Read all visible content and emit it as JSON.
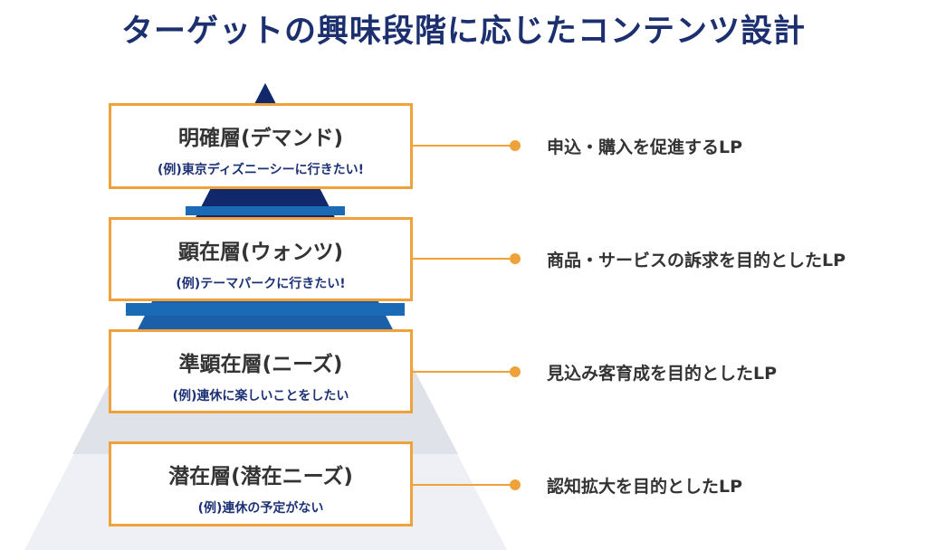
{
  "title": "ターゲットの興味段階に応じたコンテンツ設計",
  "colors": {
    "title": "#1c2f6e",
    "box_border": "#f0a23a",
    "connector": "#f0a23a",
    "example_text": "#1d3275",
    "tier1": "#11286b",
    "tier2": "#1b6ab6",
    "tier3": "#dfe2e8",
    "tier4": "#eef0f5"
  },
  "layers": [
    {
      "name": "明確層(デマンド)",
      "example": "(例)東京ディズニーシーに行きたい!",
      "content": "申込・購入を促進するLP"
    },
    {
      "name": "顕在層(ウォンツ)",
      "example": "(例)テーマパークに行きたい!",
      "content": "商品・サービスの訴求を目的としたLP"
    },
    {
      "name": "準顕在層(ニーズ)",
      "example": "(例)連休に楽しいことをしたい",
      "content": "見込み客育成を目的としたLP"
    },
    {
      "name": "潜在層(潜在ニーズ)",
      "example": "(例)連休の予定がない",
      "content": "認知拡大を目的としたLP"
    }
  ]
}
